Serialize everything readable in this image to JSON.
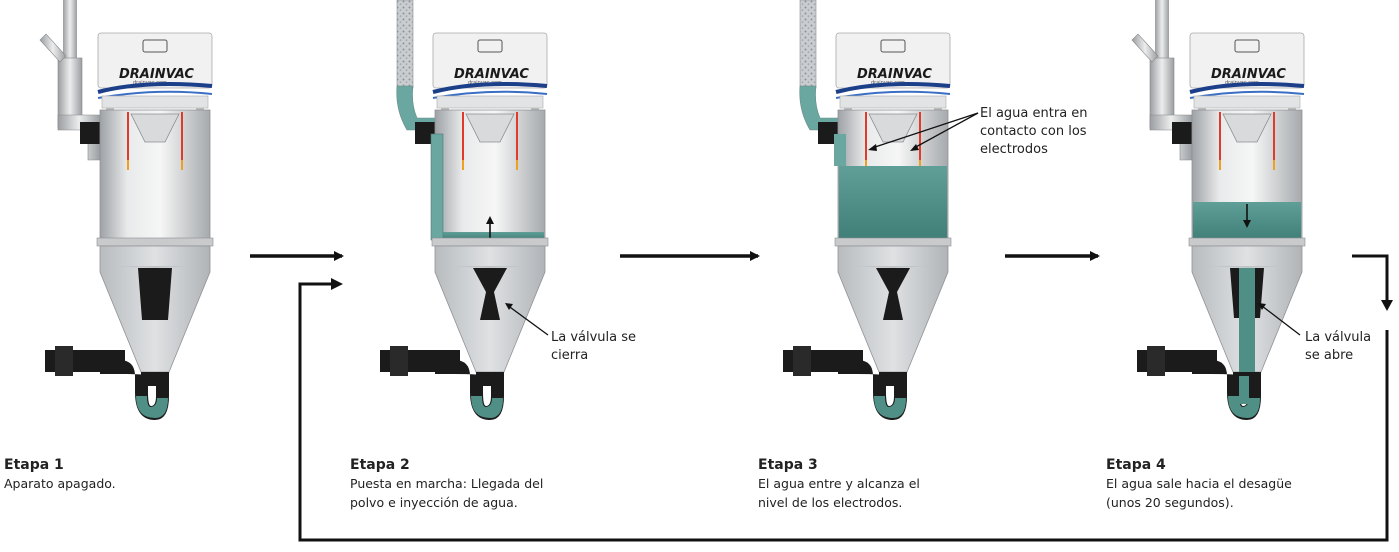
{
  "brand": {
    "name": "DRAINVAC",
    "website": "drainvac.com"
  },
  "colors": {
    "water": "#4f8f86",
    "water_light": "#6aa7a0",
    "body": "#d4d6d8",
    "dark": "#1b1b1b",
    "electrode": "#e03a2a",
    "hose": "#8fa0a8"
  },
  "stages": [
    {
      "title": "Etapa 1",
      "desc_lines": [
        "Aparato apagado."
      ]
    },
    {
      "title": "Etapa 2",
      "desc_lines": [
        "Puesta en marcha: Llegada del",
        "polvo e inyección de agua."
      ]
    },
    {
      "title": "Etapa 3",
      "desc_lines": [
        "El agua entre y alcanza el",
        "nivel de los electrodos."
      ]
    },
    {
      "title": "Etapa 4",
      "desc_lines": [
        "El agua sale hacia el desagüe",
        "(unos 20 segundos)."
      ]
    }
  ],
  "annotations": {
    "valve_closes": [
      "La válvula se",
      "cierra"
    ],
    "electrodes_contact": [
      "El agua entra en",
      "contacto con los",
      "electrodos"
    ],
    "valve_opens": [
      "La válvula",
      "se abre"
    ]
  }
}
